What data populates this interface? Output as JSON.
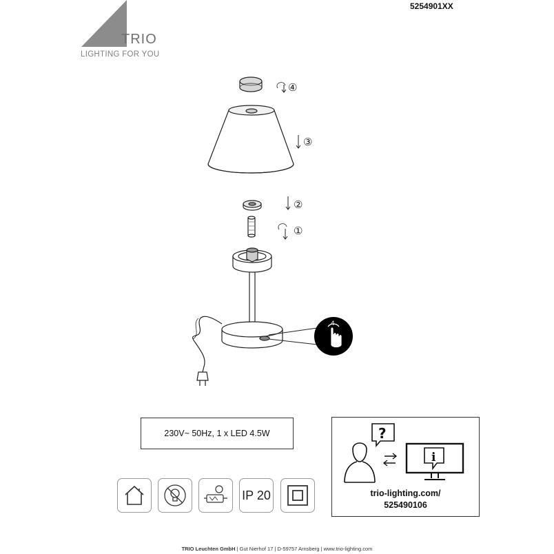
{
  "header": {
    "brand_name": "TRIO",
    "brand_tagline": "LIGHTING FOR YOU",
    "article_number": "5254901XX"
  },
  "assembly": {
    "step_labels": [
      "①",
      "②",
      "③",
      "④"
    ],
    "touch_count": "4"
  },
  "specification": {
    "text": "230V~ 50Hz, 1 x LED 4.5W"
  },
  "symbols": {
    "ip_rating": "IP 20",
    "icons": [
      "indoor-use-icon",
      "no-bulb-replacement-icon",
      "led-driver-icon",
      "ip20-rating",
      "protection-class-ii-icon"
    ]
  },
  "info": {
    "url": "trio-lighting.com/",
    "code": "525490106",
    "icons": [
      "question-icon",
      "person-icon",
      "swap-arrows-icon",
      "info-monitor-icon"
    ]
  },
  "footer": {
    "company": "TRIO Leuchten GmbH",
    "address": "Gut Nierhof 17",
    "city": "D-59757 Arnsberg",
    "website": "www.trio-lighting.com",
    "separator": "|"
  },
  "colors": {
    "logo_gray": "#8c8c8c",
    "line": "#222222",
    "touch_icon_bg": "#000000"
  }
}
